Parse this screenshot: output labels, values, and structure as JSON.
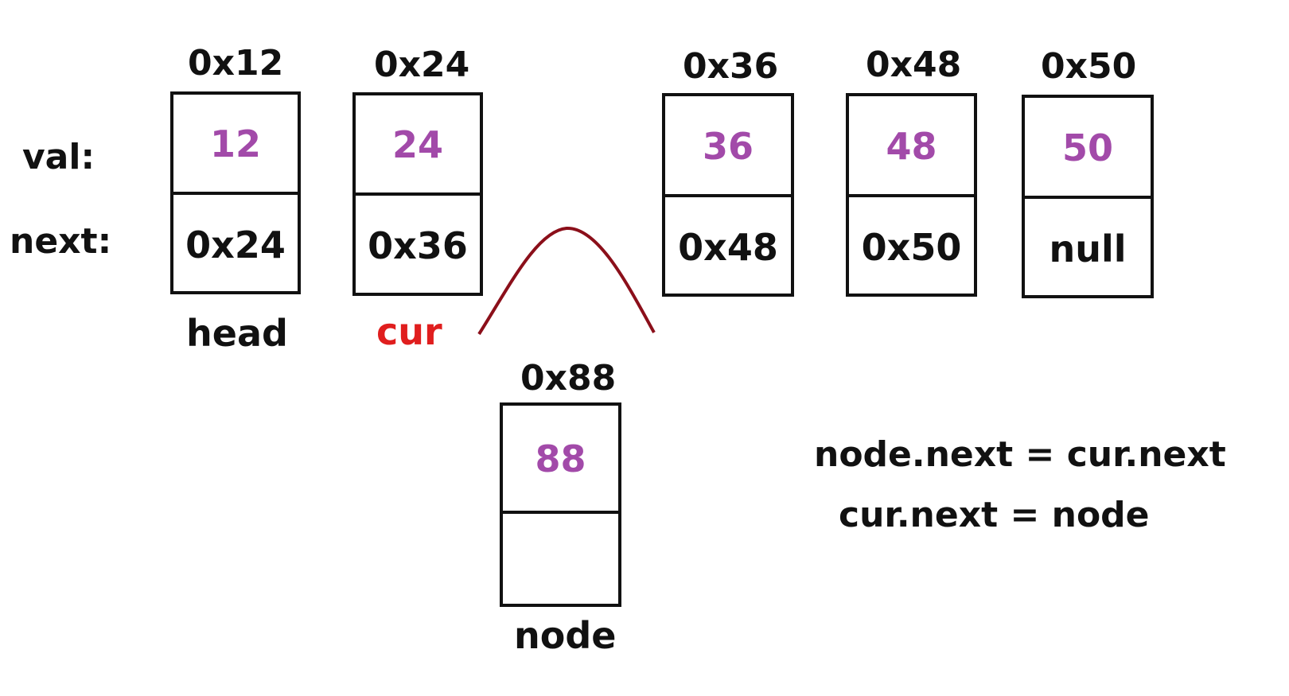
{
  "row_labels": {
    "val": "val:",
    "next": "next:"
  },
  "nodes": [
    {
      "address": "0x12",
      "val": "12",
      "next": "0x24",
      "pointer": "head"
    },
    {
      "address": "0x24",
      "val": "24",
      "next": "0x36",
      "pointer": "cur"
    },
    {
      "address": "0x36",
      "val": "36",
      "next": "0x48",
      "pointer": ""
    },
    {
      "address": "0x48",
      "val": "48",
      "next": "0x50",
      "pointer": ""
    },
    {
      "address": "0x50",
      "val": "50",
      "next": "null",
      "pointer": ""
    }
  ],
  "new_node": {
    "address": "0x88",
    "val": "88",
    "next": "",
    "pointer": "node"
  },
  "code_lines": [
    "node.next = cur.next",
    "cur.next = node"
  ],
  "colors": {
    "value_text": "#a24aa9",
    "cur_pointer": "#e01e1e",
    "broken_link_curve": "#8b0f1a",
    "outline": "#111111"
  }
}
